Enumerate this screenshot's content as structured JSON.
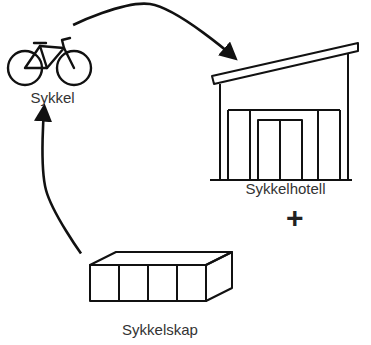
{
  "diagram": {
    "nodes": [
      {
        "text": [
          "Sykkel"
        ]
      },
      {
        "text": [
          "Sykkelhotell"
        ]
      },
      {
        "text": [
          "Sykkelskap"
        ]
      }
    ],
    "edges": [
      {
        "from": 0,
        "to": 1,
        "arrow": "to"
      },
      {
        "from": 2,
        "to": 0,
        "arrow": "to"
      }
    ],
    "labels": [
      "+"
    ]
  }
}
